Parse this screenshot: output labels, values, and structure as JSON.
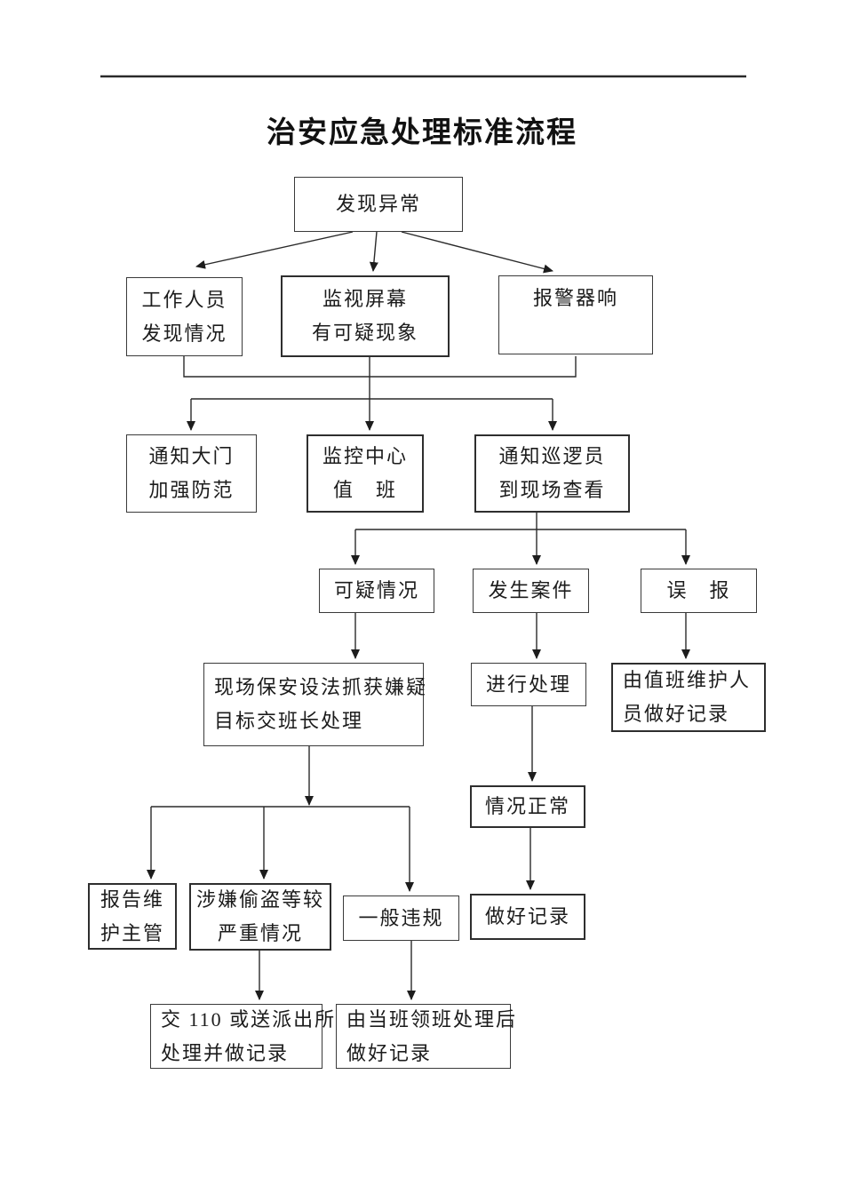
{
  "page": {
    "title": "治安应急处理标准流程"
  },
  "nodes": {
    "discover": {
      "lines": [
        "发现异常"
      ]
    },
    "staff_found": {
      "lines": [
        "工作人员",
        "发现情况"
      ]
    },
    "monitor_screen": {
      "lines": [
        "监视屏幕",
        "有可疑现象"
      ]
    },
    "alarm_sound": {
      "lines": [
        "报警器响"
      ]
    },
    "notify_gate": {
      "lines": [
        "通知大门",
        "加强防范"
      ]
    },
    "control_room": {
      "lines": [
        "监控中心",
        "值　班"
      ]
    },
    "notify_patrol": {
      "lines": [
        "通知巡逻员",
        "到现场查看"
      ]
    },
    "suspicious_case": {
      "lines": [
        "可疑情况"
      ]
    },
    "incident_case": {
      "lines": [
        "发生案件"
      ]
    },
    "false_alarm": {
      "lines": [
        "误　报"
      ]
    },
    "guard_capture": {
      "lines": [
        "现场保安设法抓获嫌疑",
        "目标交班长处理"
      ]
    },
    "process_handle": {
      "lines": [
        "进行处理"
      ]
    },
    "duty_maint_record": {
      "lines": [
        "由值班维护人",
        "员做好记录"
      ]
    },
    "situation_normal": {
      "lines": [
        "情况正常"
      ]
    },
    "make_record": {
      "lines": [
        "做好记录"
      ]
    },
    "report_supervisor": {
      "lines": [
        "报告维",
        "护主管"
      ]
    },
    "theft_serious": {
      "lines": [
        "涉嫌偷盗等较",
        "严重情况"
      ]
    },
    "general_violation": {
      "lines": [
        "一般违规"
      ]
    },
    "hand_to_police": {
      "lines": [
        "交 110 或送派出所",
        "处理并做记录"
      ]
    },
    "foreman_handle": {
      "lines": [
        "由当班领班处理后",
        "做好记录"
      ]
    }
  }
}
